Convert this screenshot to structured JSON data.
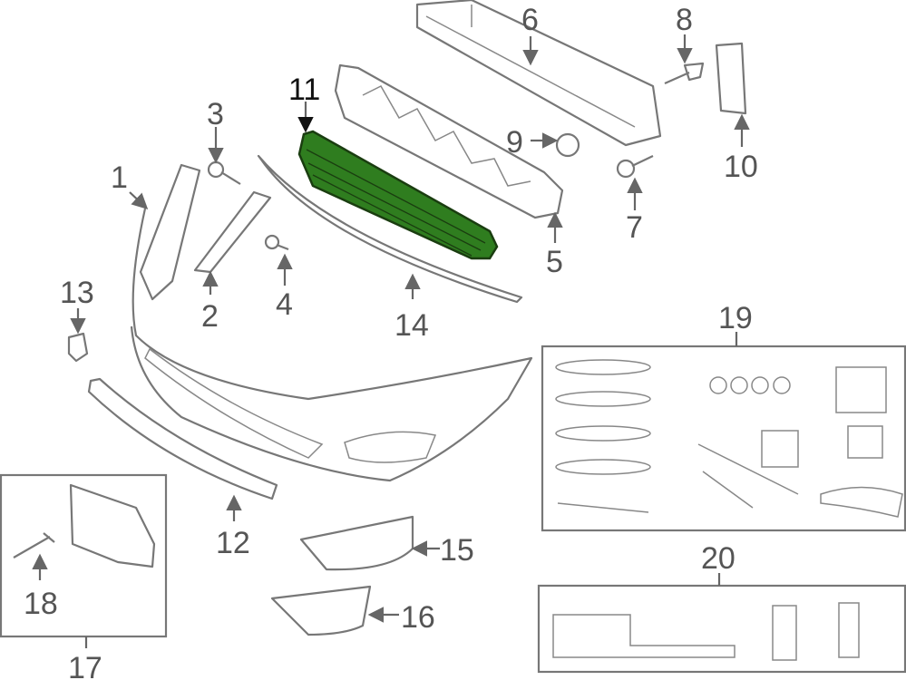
{
  "diagram": {
    "title": "Front bumper parts diagram",
    "highlight_color": "#2f7d1f",
    "highlighted_part": "11",
    "callouts": [
      "1",
      "2",
      "3",
      "4",
      "5",
      "6",
      "7",
      "8",
      "9",
      "10",
      "11",
      "12",
      "13",
      "14",
      "15",
      "16",
      "17",
      "18",
      "19",
      "20"
    ]
  }
}
